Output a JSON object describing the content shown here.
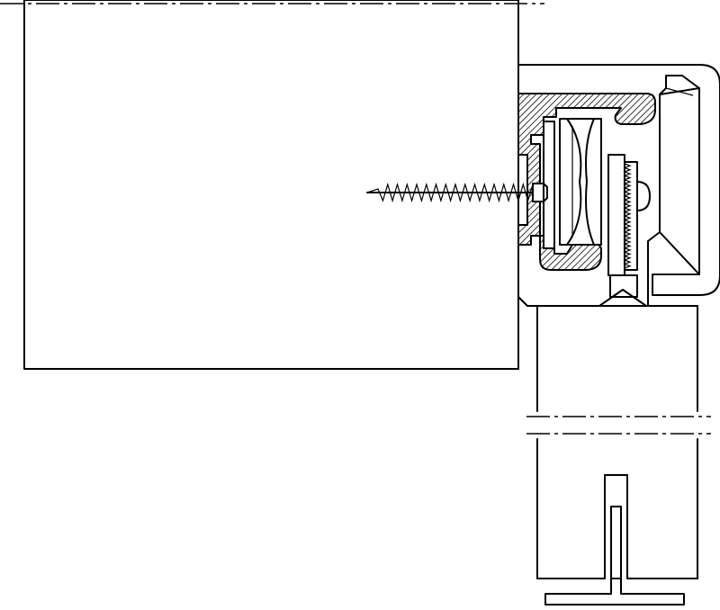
{
  "drawing": {
    "line_color": "#000000",
    "background_color": "#ffffff",
    "hatch_pattern": "diagonal",
    "screw_thread_turns": 16,
    "rack_teeth": 26
  }
}
